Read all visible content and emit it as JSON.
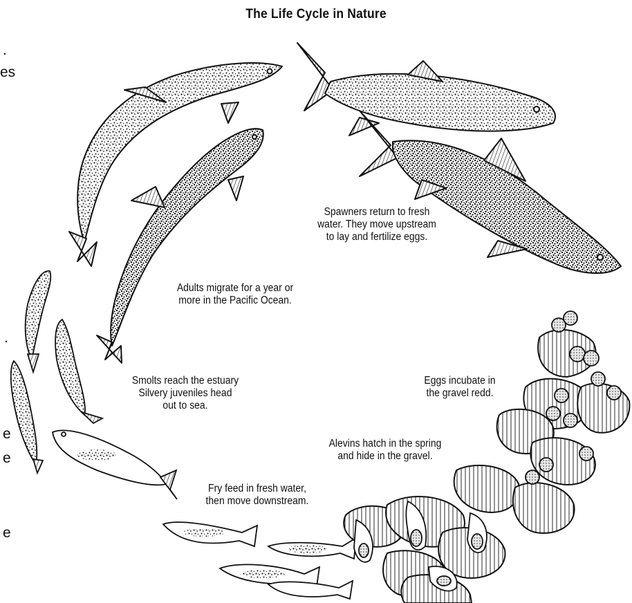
{
  "title": "The Life Cycle in Nature",
  "stages": {
    "spawners": [
      "Spawners return to fresh",
      "water. They move upstream",
      "to lay and fertilize eggs."
    ],
    "adults": [
      "Adults migrate for a year or",
      "more in the Pacific Ocean."
    ],
    "smolts": [
      "Smolts reach the estuary",
      "Silvery juveniles head",
      "out to sea."
    ],
    "eggs": [
      "Eggs incubate in",
      "the gravel redd."
    ],
    "alevins": [
      "Alevins hatch in the spring",
      "and hide in the gravel."
    ],
    "fry": [
      "Fry feed in fresh water,",
      "then move downstream."
    ]
  },
  "left_edge_fragments": [
    ".",
    "es",
    ".",
    "e",
    "e",
    "e"
  ],
  "colors": {
    "ink": "#111111",
    "paper": "#ffffff",
    "stone": "#f2f2f2"
  }
}
